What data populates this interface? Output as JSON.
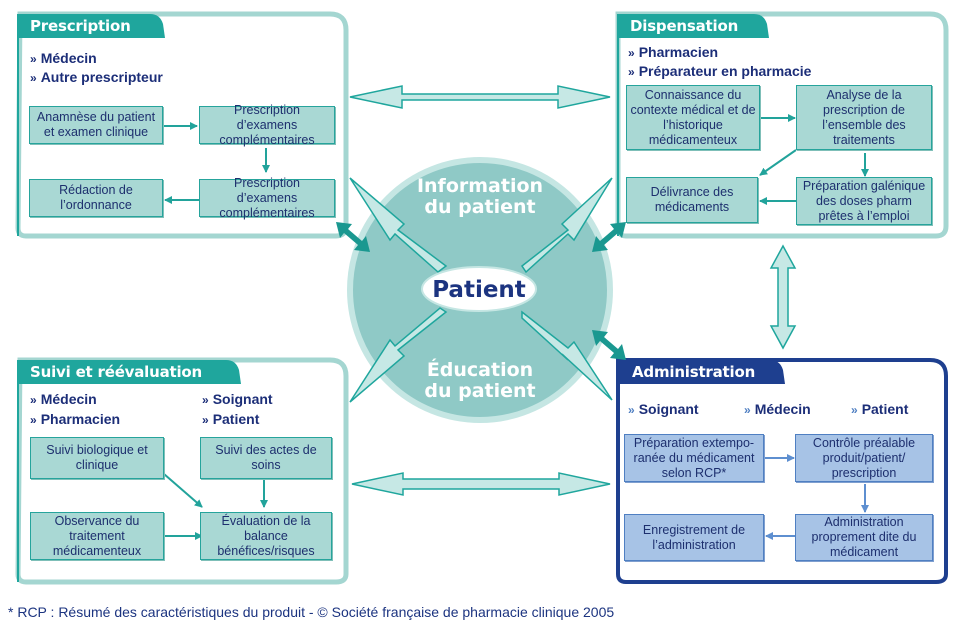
{
  "colors": {
    "teal_dark": "#1fa69d",
    "teal_light": "#a9d8d4",
    "teal_panel_border": "#9fd3ce",
    "circle_fill": "#8fc9c6",
    "navy": "#1c3480",
    "admin_blue": "#1e3f8f",
    "admin_box_fill": "#a7c3e6",
    "admin_box_border": "#4f7fc2"
  },
  "center": {
    "patient_label": "Patient",
    "top_text": [
      "Information",
      "du patient"
    ],
    "bottom_text": [
      "Éducation",
      "du patient"
    ]
  },
  "panels": {
    "prescription": {
      "title": "Prescription",
      "roles": [
        "Médecin",
        "Autre prescripteur"
      ],
      "boxes": [
        "Anamnèse du patient et examen clinique",
        "Prescription d’examens complémentaires",
        "Prescription d’examens complémentaires",
        "Rédaction de l’ordonnance"
      ]
    },
    "dispensation": {
      "title": "Dispensation",
      "roles": [
        "Pharmacien",
        "Préparateur en pharmacie"
      ],
      "boxes": [
        "Connaissance du contexte médical et de l’historique médicamenteux",
        "Analyse de la prescription de l’ensemble des traitements",
        "Préparation galénique des doses pharm prêtes à l’emploi",
        "Délivrance des médicaments"
      ]
    },
    "suivi": {
      "title": "Suivi et réévaluation",
      "roles": [
        "Médecin",
        "Pharmacien",
        "Soignant",
        "Patient"
      ],
      "boxes": [
        "Suivi biologique et clinique",
        "Suivi des actes de soins",
        "Observance du traitement médicamenteux",
        "Évaluation de la balance bénéfices/risques"
      ]
    },
    "administration": {
      "title": "Administration",
      "roles": [
        "Soignant",
        "Médecin",
        "Patient"
      ],
      "boxes": [
        "Préparation extempo-ranée du médicament selon RCP*",
        "Contrôle préalable produit/patient/ prescription",
        "Administration proprement dite du médicament",
        "Enregistrement de l’administration"
      ]
    }
  },
  "role_bullet": "»",
  "footnote": "* RCP : Résumé des caractéristiques du produit  - © Société française de pharmacie clinique 2005"
}
